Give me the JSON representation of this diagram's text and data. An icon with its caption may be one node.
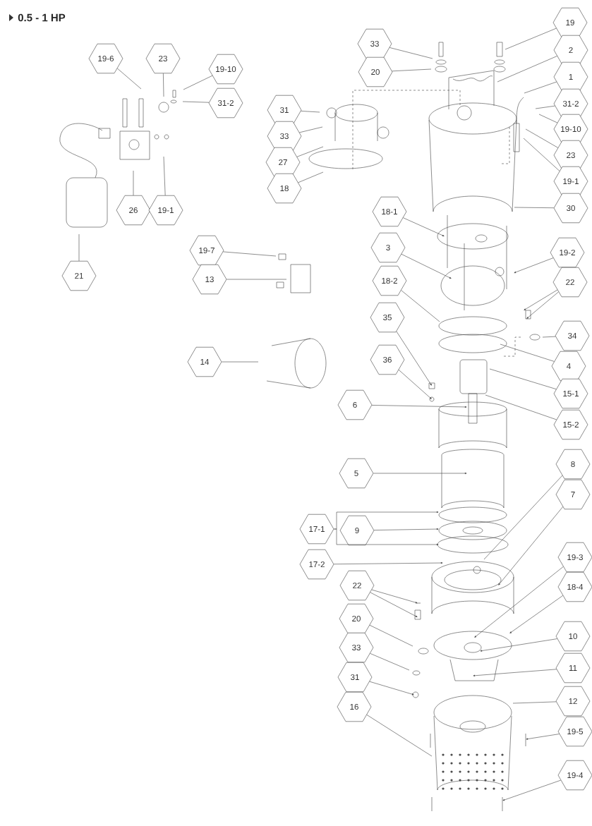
{
  "diagram": {
    "title": "0.5 - 1 HP",
    "nodes": [
      {
        "text": [
          "19-6"
        ]
      },
      {
        "text": [
          "23"
        ]
      },
      {
        "text": [
          "19-10"
        ]
      },
      {
        "text": [
          "31-2"
        ]
      },
      {
        "text": [
          "26"
        ]
      },
      {
        "text": [
          "19-1"
        ]
      },
      {
        "text": [
          "21"
        ]
      },
      {
        "text": [
          "19-7"
        ]
      },
      {
        "text": [
          "13"
        ]
      },
      {
        "text": [
          "14"
        ]
      },
      {
        "text": [
          "31"
        ]
      },
      {
        "text": [
          "33"
        ]
      },
      {
        "text": [
          "27"
        ]
      },
      {
        "text": [
          "18"
        ]
      },
      {
        "text": [
          "33"
        ]
      },
      {
        "text": [
          "20"
        ]
      },
      {
        "text": [
          "19"
        ]
      },
      {
        "text": [
          "2"
        ]
      },
      {
        "text": [
          "1"
        ]
      },
      {
        "text": [
          "31-2"
        ]
      },
      {
        "text": [
          "19-10"
        ]
      },
      {
        "text": [
          "23"
        ]
      },
      {
        "text": [
          "19-1"
        ]
      },
      {
        "text": [
          "30"
        ]
      },
      {
        "text": [
          "18-1"
        ]
      },
      {
        "text": [
          "3"
        ]
      },
      {
        "text": [
          "19-2"
        ]
      },
      {
        "text": [
          "18-2"
        ]
      },
      {
        "text": [
          "22"
        ]
      },
      {
        "text": [
          "35"
        ]
      },
      {
        "text": [
          "34"
        ]
      },
      {
        "text": [
          "36"
        ]
      },
      {
        "text": [
          "4"
        ]
      },
      {
        "text": [
          "15-1"
        ]
      },
      {
        "text": [
          "6"
        ]
      },
      {
        "text": [
          "15-2"
        ]
      },
      {
        "text": [
          "5"
        ]
      },
      {
        "text": [
          "8"
        ]
      },
      {
        "text": [
          "7"
        ]
      },
      {
        "text": [
          "17-1"
        ]
      },
      {
        "text": [
          "9"
        ]
      },
      {
        "text": [
          "17-2"
        ]
      },
      {
        "text": [
          "22"
        ]
      },
      {
        "text": [
          "19-3"
        ]
      },
      {
        "text": [
          "18-4"
        ]
      },
      {
        "text": [
          "20"
        ]
      },
      {
        "text": [
          "33"
        ]
      },
      {
        "text": [
          "10"
        ]
      },
      {
        "text": [
          "31"
        ]
      },
      {
        "text": [
          "11"
        ]
      },
      {
        "text": [
          "16"
        ]
      },
      {
        "text": [
          "12"
        ]
      },
      {
        "text": [
          "19-5"
        ]
      },
      {
        "text": [
          "19-4"
        ]
      }
    ],
    "edges": [
      {
        "from": 0,
        "to": null,
        "arrow": "none"
      },
      {
        "from": 1,
        "to": null,
        "arrow": "none"
      },
      {
        "from": 2,
        "to": null,
        "arrow": "none"
      },
      {
        "from": 3,
        "to": null,
        "arrow": "none"
      },
      {
        "from": 4,
        "to": null,
        "arrow": "none"
      },
      {
        "from": 5,
        "to": null,
        "arrow": "none"
      },
      {
        "from": 6,
        "to": null,
        "arrow": "none"
      },
      {
        "from": 7,
        "to": null,
        "arrow": "none"
      },
      {
        "from": 8,
        "to": null,
        "arrow": "none"
      },
      {
        "from": 9,
        "to": null,
        "arrow": "none"
      },
      {
        "from": 10,
        "to": null,
        "arrow": "none"
      },
      {
        "from": 11,
        "to": null,
        "arrow": "none"
      },
      {
        "from": 12,
        "to": null,
        "arrow": "none"
      },
      {
        "from": 13,
        "to": null,
        "arrow": "none"
      },
      {
        "from": 14,
        "to": null,
        "arrow": "none"
      },
      {
        "from": 15,
        "to": null,
        "arrow": "none"
      },
      {
        "from": 16,
        "to": null,
        "arrow": "none"
      },
      {
        "from": 17,
        "to": null,
        "arrow": "none"
      },
      {
        "from": 18,
        "to": null,
        "arrow": "none"
      },
      {
        "from": 19,
        "to": null,
        "arrow": "none"
      },
      {
        "from": 20,
        "to": null,
        "arrow": "none"
      },
      {
        "from": 21,
        "to": null,
        "arrow": "none"
      },
      {
        "from": 22,
        "to": null,
        "arrow": "none"
      },
      {
        "from": 23,
        "to": null,
        "arrow": "none"
      },
      {
        "from": 24,
        "to": null,
        "arrow": "to"
      },
      {
        "from": 25,
        "to": null,
        "arrow": "to"
      },
      {
        "from": 26,
        "to": null,
        "arrow": "to"
      },
      {
        "from": 28,
        "to": null,
        "arrow": "to"
      },
      {
        "from": 28,
        "to": null,
        "arrow": "to"
      },
      {
        "from": 27,
        "to": null,
        "arrow": "none"
      },
      {
        "from": 29,
        "to": null,
        "arrow": "to"
      },
      {
        "from": 30,
        "to": null,
        "arrow": "none"
      },
      {
        "from": 31,
        "to": null,
        "arrow": "to"
      },
      {
        "from": 32,
        "to": null,
        "arrow": "none"
      },
      {
        "from": 33,
        "to": null,
        "arrow": "none"
      },
      {
        "from": 34,
        "to": null,
        "arrow": "to"
      },
      {
        "from": 35,
        "to": null,
        "arrow": "none"
      },
      {
        "from": 36,
        "to": null,
        "arrow": "to"
      },
      {
        "from": 39,
        "to": null,
        "arrow": "to"
      },
      {
        "from": 39,
        "to": null,
        "arrow": "to"
      },
      {
        "from": 40,
        "to": null,
        "arrow": "to"
      },
      {
        "from": 41,
        "to": null,
        "arrow": "to"
      },
      {
        "from": 37,
        "to": null,
        "arrow": "none"
      },
      {
        "from": 38,
        "to": null,
        "arrow": "to"
      },
      {
        "from": 42,
        "to": null,
        "arrow": "to"
      },
      {
        "from": 42,
        "to": null,
        "arrow": "to"
      },
      {
        "from": 43,
        "to": null,
        "arrow": "to"
      },
      {
        "from": 44,
        "to": null,
        "arrow": "to"
      },
      {
        "from": 45,
        "to": null,
        "arrow": "none"
      },
      {
        "from": 46,
        "to": null,
        "arrow": "none"
      },
      {
        "from": 47,
        "to": null,
        "arrow": "to"
      },
      {
        "from": 48,
        "to": null,
        "arrow": "to"
      },
      {
        "from": 49,
        "to": null,
        "arrow": "to"
      },
      {
        "from": 50,
        "to": null,
        "arrow": "none"
      },
      {
        "from": 51,
        "to": null,
        "arrow": "none"
      },
      {
        "from": 52,
        "to": null,
        "arrow": "to"
      },
      {
        "from": 53,
        "to": null,
        "arrow": "to"
      }
    ]
  }
}
